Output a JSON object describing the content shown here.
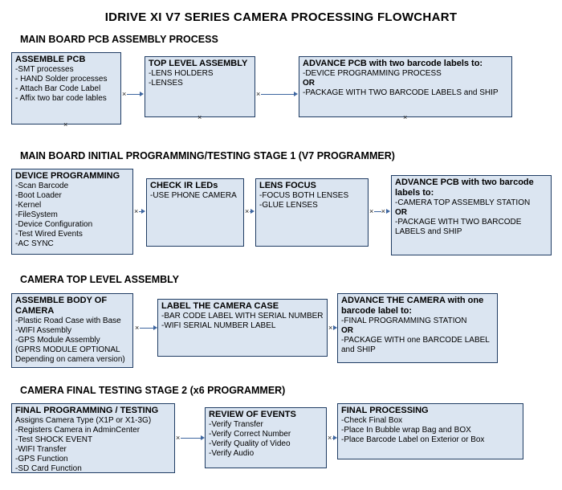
{
  "title": "IDRIVE XI V7 SERIES CAMERA PROCESSING FLOWCHART",
  "icons": {
    "connector_mark": "×"
  },
  "sections": [
    {
      "heading": "MAIN BOARD PCB ASSEMBLY PROCESS",
      "boxes": [
        {
          "title": "ASSEMBLE PCB",
          "lines": [
            "-SMT processes",
            "- HAND Solder processes",
            "- Attach Bar Code Label",
            "- Affix two bar code lables"
          ]
        },
        {
          "title": "TOP LEVEL ASSEMBLY",
          "lines": [
            "-LENS HOLDERS",
            "-LENSES"
          ]
        },
        {
          "title": "ADVANCE PCB with two barcode labels to:",
          "lines": [
            "-DEVICE PROGRAMMING PROCESS",
            "OR",
            "-PACKAGE WITH TWO BARCODE LABELS and SHIP"
          ]
        }
      ]
    },
    {
      "heading": "MAIN BOARD INITIAL PROGRAMMING/TESTING STAGE 1 (V7 PROGRAMMER)",
      "boxes": [
        {
          "title": "DEVICE PROGRAMMING",
          "lines": [
            "-Scan Barcode",
            "-Boot Loader",
            "-Kernel",
            "-FileSystem",
            "-Device Configuration",
            "-Test Wired Events",
            "-AC SYNC"
          ]
        },
        {
          "title": "CHECK IR LEDs",
          "lines": [
            "-USE PHONE CAMERA"
          ]
        },
        {
          "title": "LENS FOCUS",
          "lines": [
            "-FOCUS BOTH LENSES",
            "-GLUE LENSES"
          ]
        },
        {
          "title": "ADVANCE PCB with two barcode labels to:",
          "lines": [
            "-CAMERA TOP ASSEMBLY STATION",
            "OR",
            "-PACKAGE WITH TWO BARCODE LABELS and SHIP"
          ]
        }
      ]
    },
    {
      "heading": "CAMERA TOP LEVEL ASSEMBLY",
      "boxes": [
        {
          "title": "ASSEMBLE BODY OF CAMERA",
          "lines": [
            "-Plastic Road Case with Base",
            "-WIFI Assembly",
            "-GPS Module Assembly",
            "(GPRS MODULE OPTIONAL",
            "Depending on camera version)"
          ]
        },
        {
          "title": "LABEL THE CAMERA CASE",
          "lines": [
            "-BAR CODE LABEL WITH SERIAL NUMBER",
            "-WIFI SERIAL NUMBER LABEL"
          ]
        },
        {
          "title": "ADVANCE THE CAMERA with one barcode label to:",
          "lines": [
            "-FINAL PROGRAMMING STATION",
            "OR",
            "-PACKAGE WITH one BARCODE LABEL and SHIP"
          ]
        }
      ]
    },
    {
      "heading": "CAMERA FINAL TESTING STAGE 2 (x6 PROGRAMMER)",
      "boxes": [
        {
          "title": "FINAL PROGRAMMING / TESTING",
          "lines": [
            "Assigns Camera Type (X1P or X1-3G)",
            "-Registers Camera in AdminCenter",
            "-Test SHOCK EVENT",
            "-WIFI Transfer",
            "-GPS Function",
            "-SD Card Function"
          ]
        },
        {
          "title": "REVIEW OF EVENTS",
          "lines": [
            "-Verify Transfer",
            "-Verify Correct Number",
            "-Verify Quality of Video",
            "-Verify Audio"
          ]
        },
        {
          "title": "FINAL PROCESSING",
          "lines": [
            "-Check Final Box",
            "-Place In Bubble wrap Bag and BOX",
            "-Place Barcode Label on Exterior or Box"
          ]
        }
      ]
    }
  ]
}
